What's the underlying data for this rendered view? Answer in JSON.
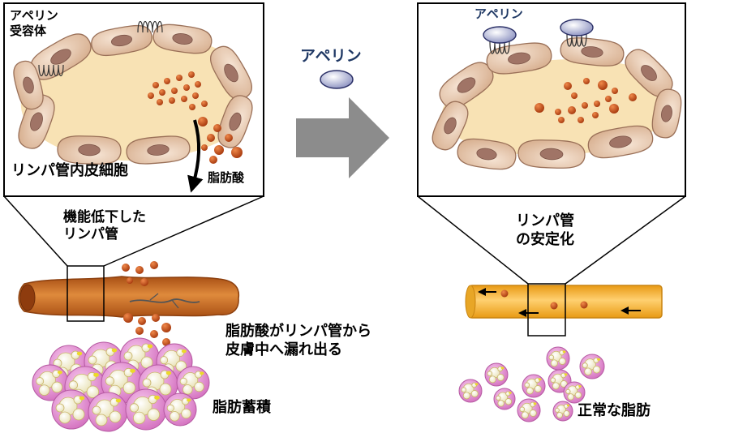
{
  "labels": {
    "apelin_receptor_line1": "アペリン",
    "apelin_receptor_line2": "受容体",
    "endothelial_cells": "リンパ管内皮細胞",
    "fatty_acid": "脂肪酸",
    "dysfunctional_line1": "機能低下した",
    "dysfunctional_line2": "リンパ管",
    "leak_line1": "脂肪酸がリンパ管から",
    "leak_line2": "皮膚中へ漏れ出る",
    "fat_accumulation": "脂肪蓄積",
    "apelin_middle": "アペリン",
    "apelin_right": "アペリン",
    "stabilized_line1": "リンパ管",
    "stabilized_line2": "の安定化",
    "normal_fat": "正常な脂肪"
  },
  "colors": {
    "cell_fill": "#e8c8ae",
    "cell_stroke": "#9a7058",
    "nucleus": "#a07466",
    "lumen": "#f8e2b4",
    "droplet": "#c8501a",
    "apelin_fill": "#c8cce6",
    "vessel_damaged": "#c8641e",
    "vessel_healthy": "#f5b436",
    "adipocyte": "#e690d2",
    "adipocyte_droplet": "#fdfbe6",
    "arrow_gray": "#8c8c8c",
    "label_navy": "#1f3864"
  }
}
